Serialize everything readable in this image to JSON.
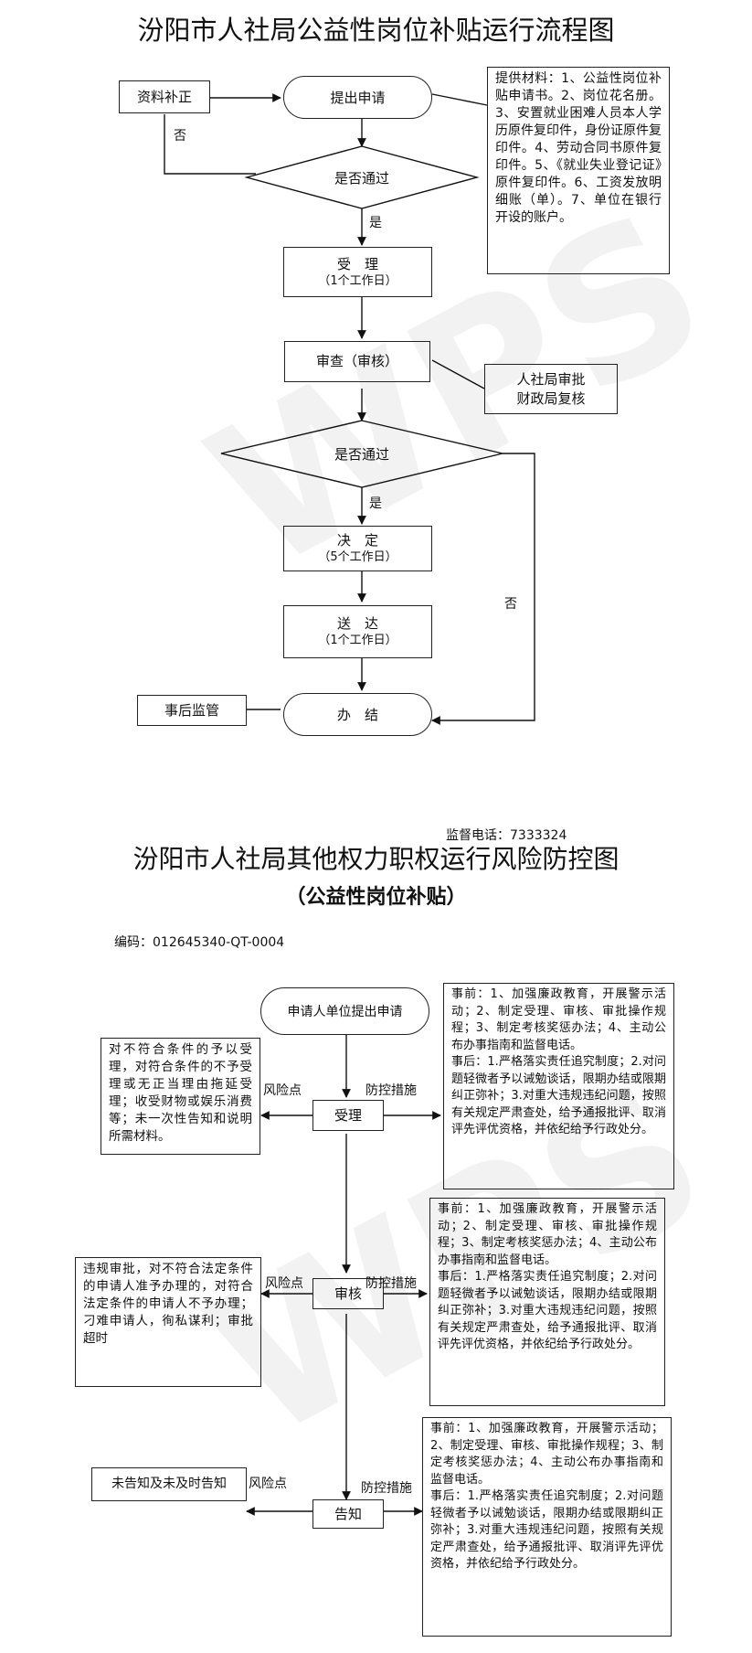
{
  "flow": {
    "title": "汾阳市人社局公益性岗位补贴运行流程图",
    "supplement": "资料补正",
    "apply": "提出申请",
    "materials": "提供材料：1、公益性岗位补贴申请书。2、岗位花名册。3、安置就业困难人员本人学历原件复印件，身份证原件复印件。4、劳动合同书原件复印件。5、《就业失业登记证》原件复印件。6、工资发放明细账（单）。7、单位在银行开设的账户。",
    "no1": "否",
    "decision1": "是否通过",
    "yes1": "是",
    "accept": "受　理",
    "accept_days": "（1个工作日）",
    "review": "审查（审核）",
    "review_note_1": "人社局审批",
    "review_note_2": "财政局复核",
    "decision2": "是否通过",
    "yes2": "是",
    "no2": "否",
    "decide": "决　定",
    "decide_days": "（5个工作日）",
    "deliver": "送　达",
    "deliver_days": "（1个工作日）",
    "finish": "办　结",
    "supervise": "事后监管",
    "phone": "监督电话：7333324"
  },
  "risk": {
    "title": "汾阳市人社局其他权力职权运行风险防控图",
    "subtitle": "（公益性岗位补贴）",
    "code": "编码：012645340-QT-0004",
    "start": "申请人单位提出申请",
    "risk_label": "风险点",
    "control_label": "防控措施",
    "control_label_short": "防控措施",
    "steps": [
      {
        "name": "受理",
        "risk": "对不符合条件的予以受理，对符合条件的不予受理或无正当理由拖延受理；收受财物或娱乐消费等；未一次性告知和说明所需材料。",
        "control": "事前：1、加强廉政教育，开展警示活动；2、制定受理、审核、审批操作规程；3、制定考核奖惩办法；4、主动公布办事指南和监督电话。\n事后：1.严格落实责任追究制度；2.对问题轻微者予以诫勉谈话，限期办结或限期纠正弥补；3.对重大违规违纪问题，按照有关规定严肃查处，给予通报批评、取消评先评优资格，并依纪给予行政处分。"
      },
      {
        "name": "审核",
        "risk": "违规审批，对不符合法定条件的申请人准予办理的，对符合法定条件的申请人不予办理；刁难申请人，徇私谋利；审批超时",
        "control": "事前：1、加强廉政教育，开展警示活动；2、制定受理、审核、审批操作规程；3、制定考核奖惩办法；4、主动公布办事指南和监督电话。\n事后：1.严格落实责任追究制度；2.对问题轻微者予以诫勉谈话，限期办结或限期纠正弥补；3.对重大违规违纪问题，按照有关规定严肃查处，给予通报批评、取消评先评优资格，并依纪给予行政处分。"
      },
      {
        "name": "告知",
        "risk": "未告知及未及时告知",
        "control": "事前：1、加强廉政教育，开展警示活动；2、制定受理、审核、审批操作规程；3、制定考核奖惩办法；4、主动公布办事指南和监督电话。\n事后：1.严格落实责任追究制度；2.对问题轻微者予以诫勉谈话，限期办结或限期纠正弥补；3.对重大违规违纪问题，按照有关规定严肃查处，给予通报批评、取消评先评优资格，并依纪给予行政处分。"
      }
    ]
  },
  "watermark": "WPS"
}
